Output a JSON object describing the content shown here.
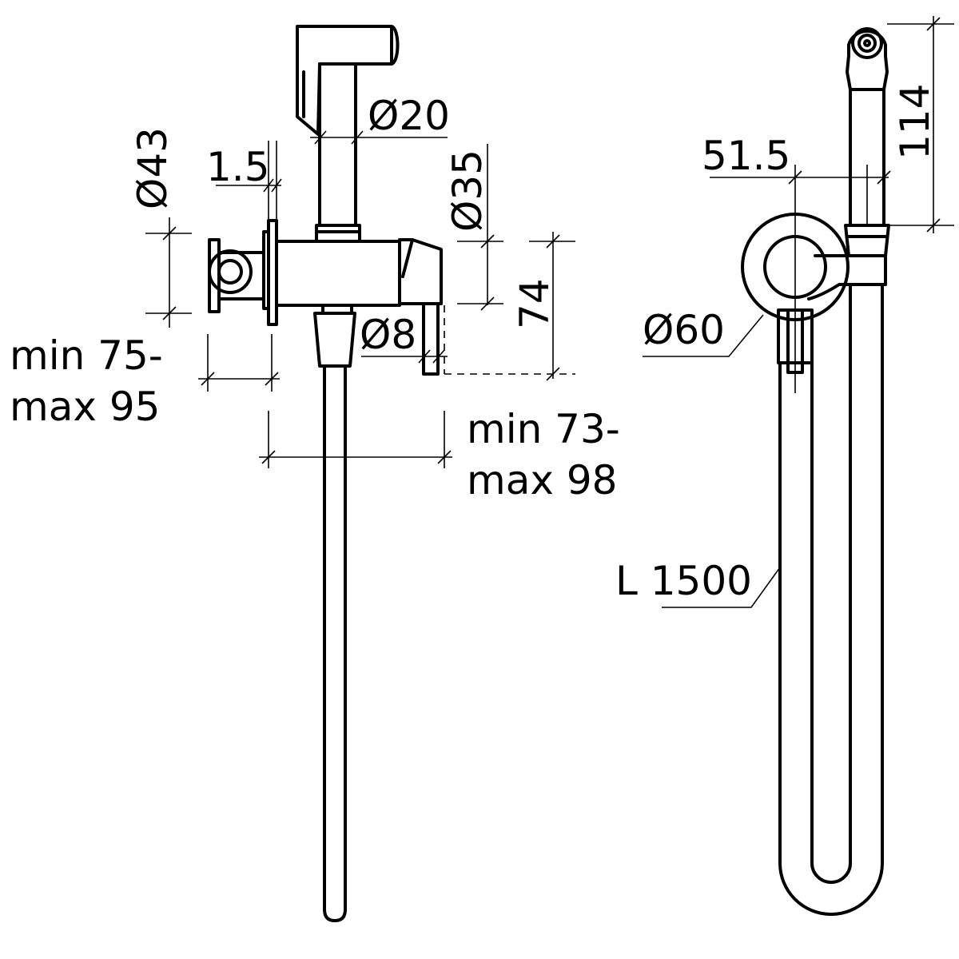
{
  "dimensions": {
    "outlet_diameter": "Ø20",
    "mount_diameter": "Ø43",
    "plate_thickness": "1.5",
    "body_diameter": "Ø35",
    "body_height": "74",
    "pin_diameter": "Ø8",
    "projection_wall_min": "min 75-",
    "projection_wall_max": "max 95",
    "projection_total_min": "min 73-",
    "projection_total_max": "max 98",
    "rosette_diameter": "Ø60",
    "holder_offset": "51.5",
    "head_length": "114",
    "hose_length": "L 1500"
  }
}
